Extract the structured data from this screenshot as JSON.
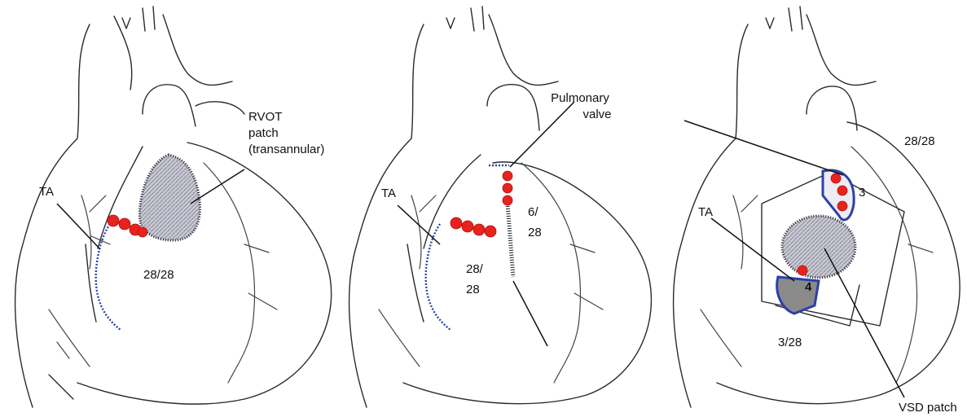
{
  "colors": {
    "ring_red": "#e8221d",
    "suture_blue": "#2c40a8",
    "patch_gray": "#9a9aa8"
  },
  "panels": [
    {
      "labels": {
        "ta": "TA",
        "patch_line1": "RVOT",
        "patch_line2": "patch",
        "patch_line3": "(transannular)",
        "count": "28/28"
      }
    },
    {
      "labels": {
        "ta": "TA",
        "valve_line1": "Pulmonary",
        "valve_line2": "valve",
        "count_upper_line1": "6/",
        "count_upper_line2": "28",
        "count_lower_line1": "28/",
        "count_lower_line2": "28"
      }
    },
    {
      "labels": {
        "ta": "TA",
        "count_right": "28/28",
        "count_inner_upper": "3",
        "count_inner_lower": "4",
        "count_bottom": "3/28",
        "vsd": "VSD patch"
      }
    }
  ]
}
